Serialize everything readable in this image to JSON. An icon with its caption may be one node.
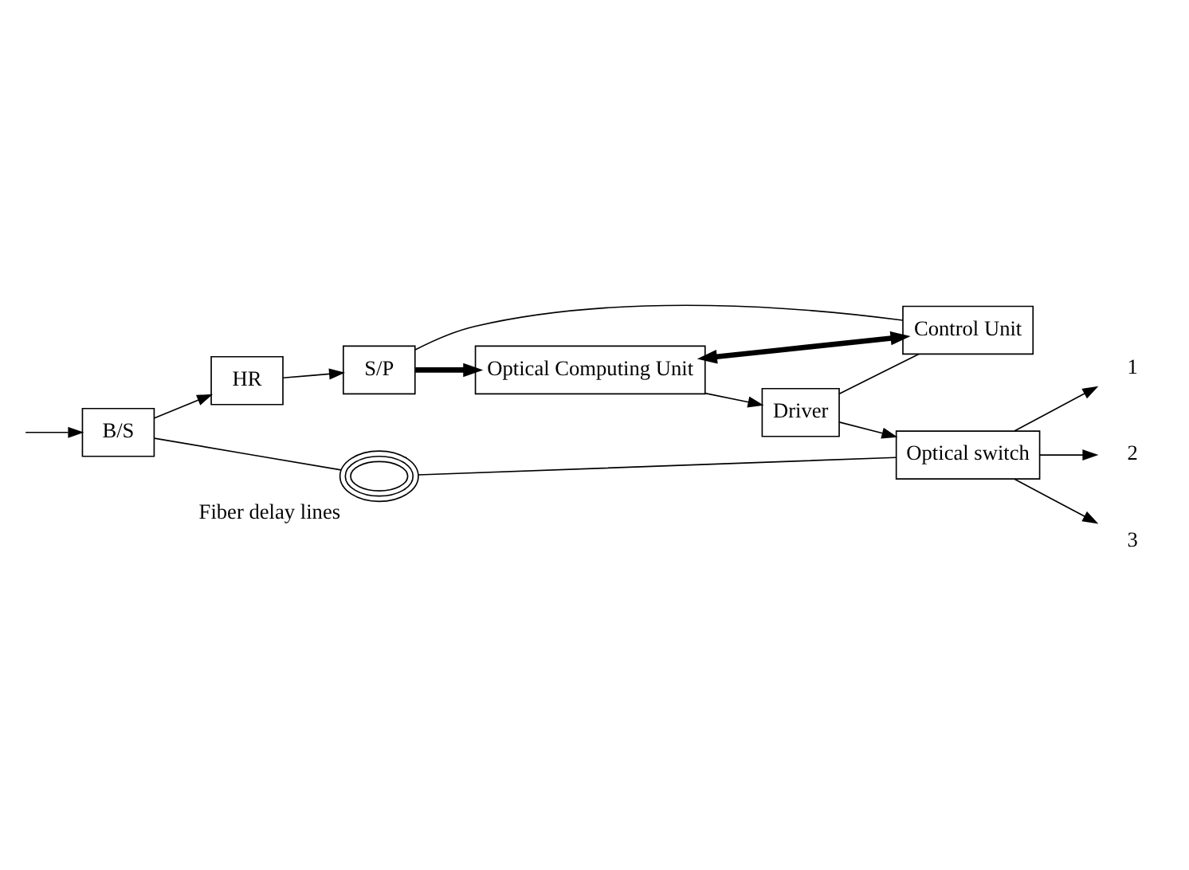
{
  "diagram": {
    "nodes": [
      {
        "text": [
          "B/S"
        ]
      },
      {
        "text": [
          "HR"
        ]
      },
      {
        "text": [
          "S/P"
        ]
      },
      {
        "text": [
          "Optical Computing Unit"
        ]
      },
      {
        "text": [
          "Driver"
        ]
      },
      {
        "text": [
          "Optical switch"
        ]
      },
      {
        "text": [
          "Control Unit"
        ]
      },
      {
        "text": [],
        "shape": "picture",
        "beside": [
          "Fiber delay lines"
        ]
      },
      {
        "text": [
          "1"
        ]
      },
      {
        "text": [
          "2"
        ]
      },
      {
        "text": [
          "3"
        ]
      }
    ],
    "edges": [
      {
        "from": null,
        "to": 0,
        "arrow": "to"
      },
      {
        "from": 0,
        "to": 1,
        "arrow": "to"
      },
      {
        "from": 1,
        "to": 2,
        "arrow": "to"
      },
      {
        "from": 0,
        "to": 7,
        "arrow": "none"
      },
      {
        "from": 7,
        "to": 5,
        "arrow": "none"
      },
      {
        "from": 2,
        "to": 3,
        "arrow": "to",
        "style": "thick"
      },
      {
        "from": 3,
        "to": 4,
        "arrow": "to"
      },
      {
        "from": 4,
        "to": 5,
        "arrow": "to"
      },
      {
        "from": 5,
        "to": 8,
        "arrow": "to"
      },
      {
        "from": 5,
        "to": 9,
        "arrow": "to"
      },
      {
        "from": 5,
        "to": 10,
        "arrow": "to"
      },
      {
        "from": 3,
        "to": 6,
        "arrow": "both",
        "style": "thick"
      },
      {
        "from": 2,
        "to": 6,
        "arrow": "none"
      },
      {
        "from": 4,
        "to": 6,
        "arrow": "none"
      }
    ]
  }
}
